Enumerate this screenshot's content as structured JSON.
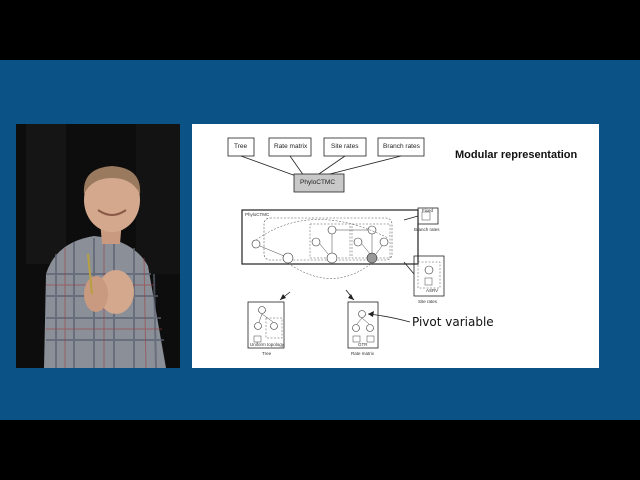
{
  "slide": {
    "title": "Modular representation",
    "top_boxes": [
      "Tree",
      "Rate matrix",
      "Site rates",
      "Branch rates"
    ],
    "center_box": "PhyloCTMC",
    "model_box_label": "PhyloCTMC",
    "right_modules": {
      "fixed_label": "Fixed",
      "branch_rates_caption": "Branch rates",
      "site_rates_inner": "ASRV",
      "site_rates_caption": "Site rates"
    },
    "bottom_modules": {
      "tree_inner": "Uniform topology",
      "tree_caption": "Tree",
      "rate_inner": "GTR",
      "rate_caption": "Rate matrix"
    },
    "annotation": "Pivot variable"
  },
  "colors": {
    "background": "#000000",
    "frame": "#0b5286",
    "slide": "#ffffff",
    "center_box_fill": "#c8c8c8"
  }
}
